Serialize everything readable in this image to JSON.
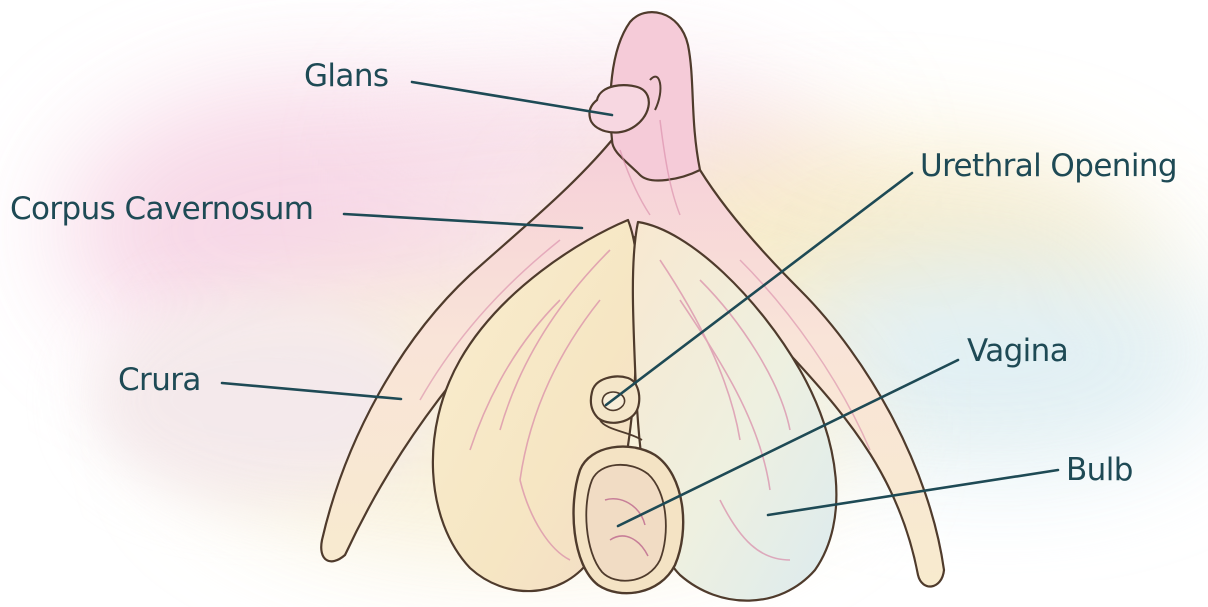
{
  "colors": {
    "label": "#1e4a55",
    "outline": "#5a4430",
    "fill": "#f7e9cc",
    "wash_pink": "#f5cfe0",
    "wash_yellow": "#f6e3b0",
    "wash_blue": "#d6ebf2"
  },
  "labels": {
    "glans": "Glans",
    "corpus_cavernosum": "Corpus Cavernosum",
    "urethral_opening": "Urethral Opening",
    "crura": "Crura",
    "vagina": "Vagina",
    "bulb": "Bulb"
  }
}
